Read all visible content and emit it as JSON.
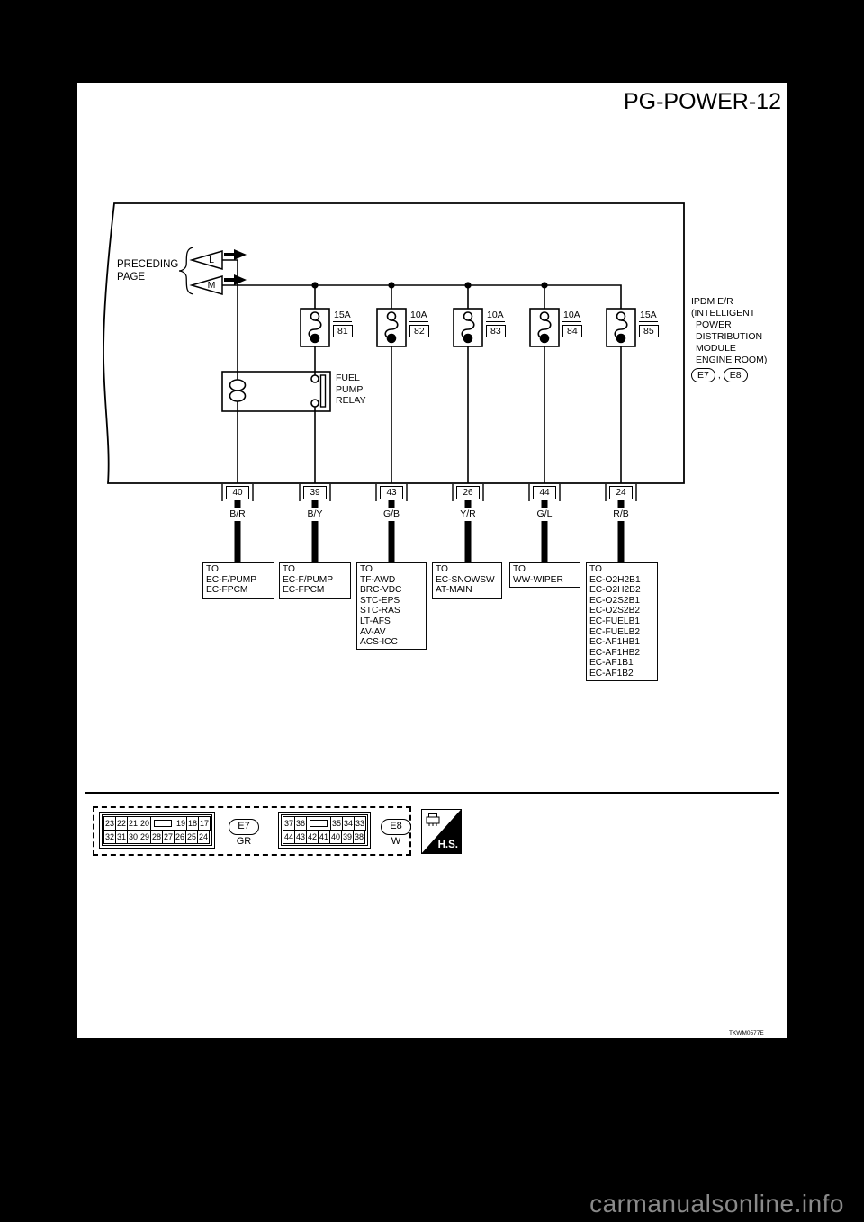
{
  "page": {
    "title": "PG-POWER-12",
    "doc_code": "TKWM0577E",
    "watermark": "carmanualsonline.info"
  },
  "diagram": {
    "preceding_page": {
      "line1": "PRECEDING",
      "line2": "PAGE"
    },
    "arrows": [
      {
        "letter": "L"
      },
      {
        "letter": "M"
      }
    ],
    "relay": {
      "line1": "FUEL",
      "line2": "PUMP",
      "line3": "RELAY"
    },
    "fuses": [
      {
        "amp": "15A",
        "id": "81"
      },
      {
        "amp": "10A",
        "id": "82"
      },
      {
        "amp": "10A",
        "id": "83"
      },
      {
        "amp": "10A",
        "id": "84"
      },
      {
        "amp": "15A",
        "id": "85"
      }
    ],
    "module": {
      "name_lines": [
        "IPDM E/R",
        "(INTELLIGENT",
        "POWER",
        "DISTRIBUTION",
        "MODULE",
        "ENGINE ROOM)"
      ],
      "connector_a": "E7",
      "separator": ",",
      "connector_b": "E8"
    },
    "wires": [
      {
        "pin": "40",
        "color": "B/R"
      },
      {
        "pin": "39",
        "color": "B/Y"
      },
      {
        "pin": "43",
        "color": "G/B"
      },
      {
        "pin": "26",
        "color": "Y/R"
      },
      {
        "pin": "44",
        "color": "G/L"
      },
      {
        "pin": "24",
        "color": "R/B"
      }
    ],
    "destinations": [
      {
        "lines": [
          "TO",
          "EC-F/PUMP",
          "EC-FPCM"
        ]
      },
      {
        "lines": [
          "TO",
          "EC-F/PUMP",
          "EC-FPCM"
        ]
      },
      {
        "lines": [
          "TO",
          "TF-AWD",
          "BRC-VDC",
          "STC-EPS",
          "STC-RAS",
          "LT-AFS",
          "AV-AV",
          "ACS-ICC"
        ]
      },
      {
        "lines": [
          "TO",
          "EC-SNOWSW",
          "AT-MAIN"
        ]
      },
      {
        "lines": [
          "TO",
          "WW-WIPER"
        ]
      },
      {
        "lines": [
          "TO",
          "EC-O2H2B1",
          "EC-O2H2B2",
          "EC-O2S2B1",
          "EC-O2S2B2",
          "EC-FUELB1",
          "EC-FUELB2",
          "EC-AF1HB1",
          "EC-AF1HB2",
          "EC-AF1B1",
          "EC-AF1B2"
        ]
      }
    ]
  },
  "connector_views": {
    "e7": {
      "name": "E7",
      "color_code": "GR",
      "row1": [
        "23",
        "22",
        "21",
        "20",
        "",
        "19",
        "18",
        "17"
      ],
      "row2": [
        "32",
        "31",
        "30",
        "29",
        "28",
        "27",
        "26",
        "25",
        "24"
      ]
    },
    "e8": {
      "name": "E8",
      "color_code": "W",
      "row1": [
        "37",
        "36",
        "",
        "35",
        "34",
        "33"
      ],
      "row2": [
        "44",
        "43",
        "42",
        "41",
        "40",
        "39",
        "38"
      ]
    },
    "hs_label": "H.S."
  }
}
